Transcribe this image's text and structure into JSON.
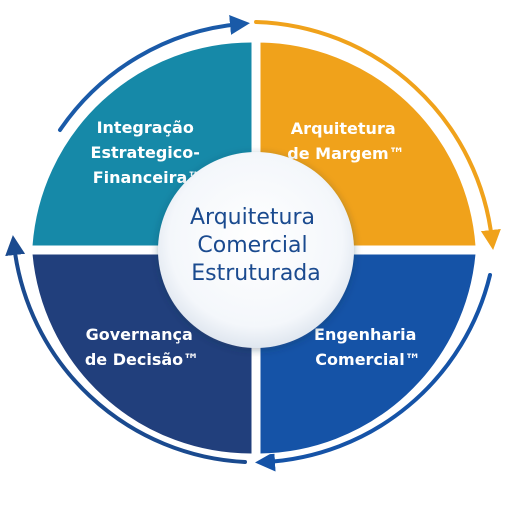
{
  "center": {
    "lines": [
      "Arquitetura",
      "Comercial",
      "Estruturada"
    ]
  },
  "quadrants": [
    {
      "id": "top-left",
      "lines": [
        "Integração",
        "Estrategico-",
        "Financeira™"
      ],
      "color": "#1689a8"
    },
    {
      "id": "top-right",
      "lines": [
        "Arquitetura",
        "de Margem™"
      ],
      "color": "#f0a21b"
    },
    {
      "id": "bottom-right",
      "lines": [
        "Engenharia",
        "Comercial™"
      ],
      "color": "#1553a7"
    },
    {
      "id": "bottom-left",
      "lines": [
        "Governança",
        "de Decisão™"
      ],
      "color": "#213f7c"
    }
  ],
  "cycle_arrows": {
    "top": "#1a5aa8",
    "right": "#f0a21b",
    "bottom": "#1553a7",
    "left": "#1a4a8f"
  }
}
